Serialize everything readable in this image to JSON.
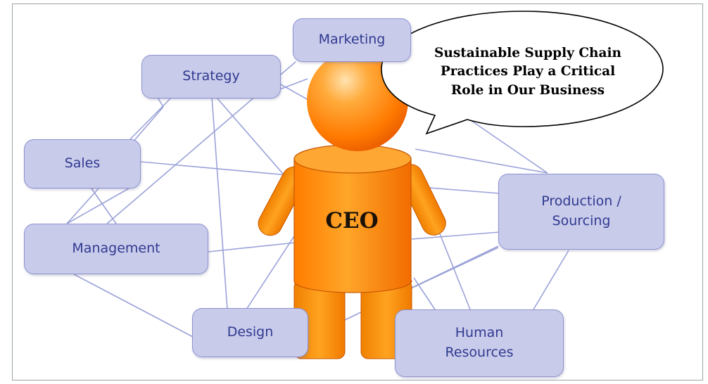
{
  "nodes": {
    "marketing": "Marketing",
    "strategy": "Strategy",
    "sales": "Sales",
    "management": "Management",
    "design": "Design",
    "production_line1": "Production /",
    "production_line2": "Sourcing",
    "hr_line1": "Human",
    "hr_line2": "Resources"
  },
  "ceo": {
    "label": "CEO"
  },
  "speech_bubble": {
    "line1": "Sustainable Supply Chain",
    "line2": "Practices Play a Critical",
    "line3": "Role in Our Business"
  },
  "colors": {
    "node_fill": "#c9cbeb",
    "node_border": "#8e93cf",
    "node_text": "#2f3a8f",
    "connector": "#9aa2d8",
    "figure_orange": "#ff8c00"
  }
}
